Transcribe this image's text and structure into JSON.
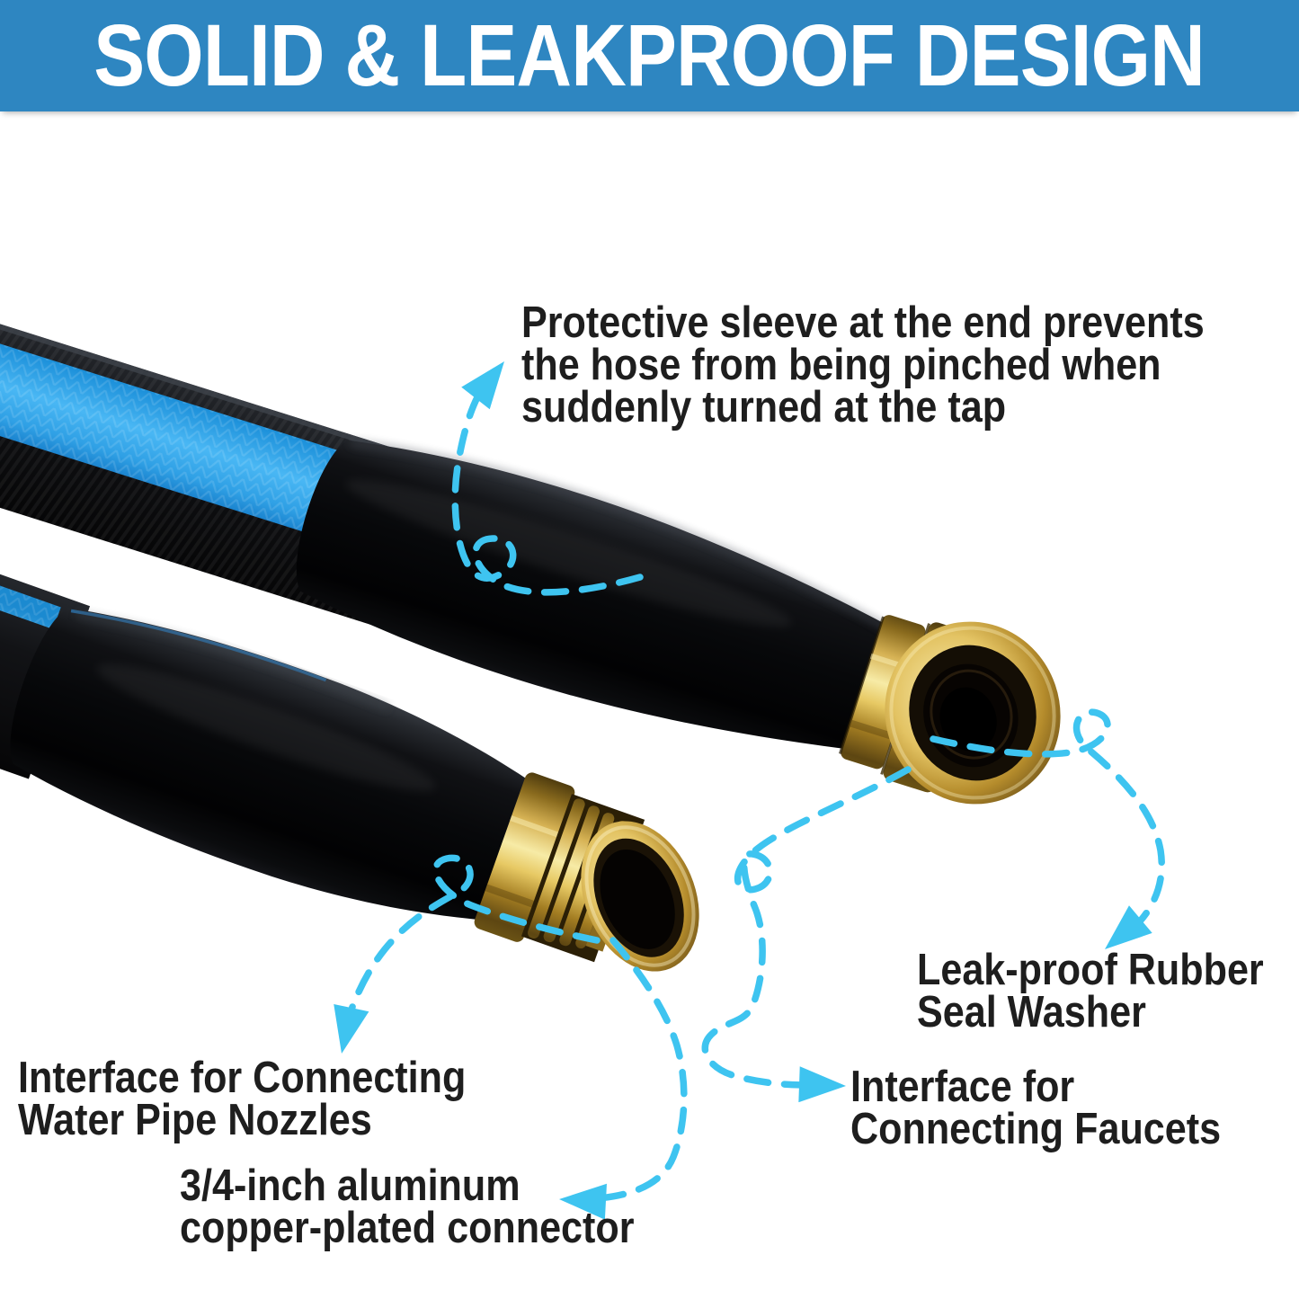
{
  "header": {
    "title": "SOLID & LEAKPROOF DESIGN"
  },
  "colors": {
    "header_bg": "#2E86C1",
    "header_text": "#FFFFFF",
    "callout": "#3EC4F0",
    "annotation_text": "#1E1E1E",
    "hose_blue": "#35A9EF",
    "brass": "#D8B254",
    "background": "#FFFFFF"
  },
  "annotations": {
    "protective_sleeve": {
      "line1": "Protective sleeve at the end prevents",
      "line2": "the hose from being pinched when",
      "line3": "suddenly turned at the tap"
    },
    "leak_proof_washer": {
      "line1": "Leak-proof Rubber",
      "line2": "Seal Washer"
    },
    "nozzle_interface": {
      "line1": "Interface for Connecting",
      "line2": "Water Pipe Nozzles"
    },
    "faucet_interface": {
      "line1": "Interface for",
      "line2": "Connecting Faucets"
    },
    "aluminum_connector": {
      "line1": "3/4-inch aluminum",
      "line2": "copper-plated connector"
    }
  }
}
